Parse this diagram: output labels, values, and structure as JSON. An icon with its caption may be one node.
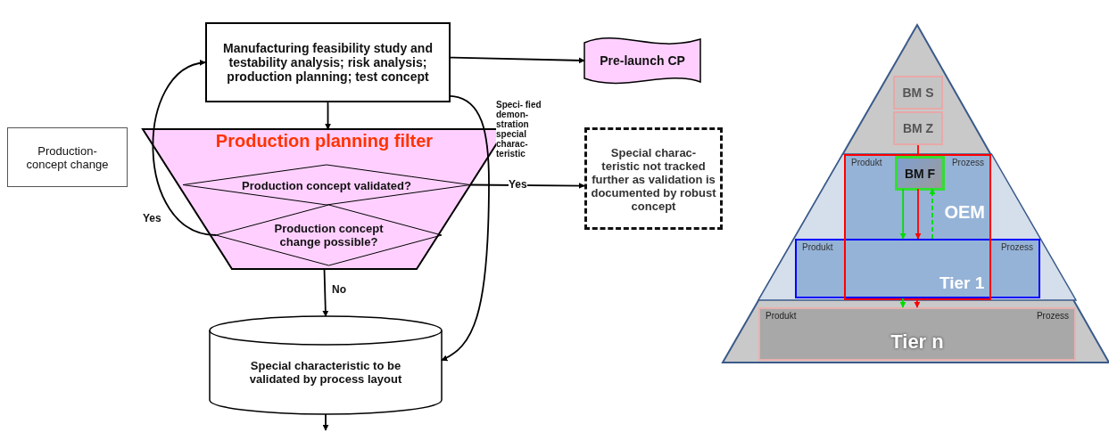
{
  "diagram": {
    "nodes": [
      {
        "text": [
          "Manufacturing feasibility study and testability analysis; risk analysis; production planning; test concept"
        ]
      },
      {
        "text": [
          "Production-concept change"
        ]
      },
      {
        "text": [
          "Production planning filter"
        ]
      },
      {
        "text": [
          "Production concept validated?"
        ],
        "in": 2
      },
      {
        "text": [
          "Production concept change possible?"
        ],
        "in": 2
      },
      {
        "text": [
          "Pre-launch CP"
        ]
      },
      {
        "text": [
          "Special charac- teristic not tracked further as validation is documented by robust concept"
        ]
      },
      {
        "text": [
          "Special characteristic to be validated by process layout"
        ]
      },
      {
        "text": [
          "BM S"
        ]
      },
      {
        "text": [
          "BM Z"
        ]
      },
      {
        "text": [
          "Produkt",
          "Prozess",
          "OEM"
        ]
      },
      {
        "text": [
          "BM F"
        ],
        "in": 10
      },
      {
        "text": [
          "Produkt",
          "Prozess",
          "Tier 1"
        ]
      },
      {
        "text": [
          "Produkt",
          "Prozess",
          "Tier n"
        ]
      }
    ],
    "edges": [
      {
        "from": 0,
        "to": 2,
        "arrow": "to"
      },
      {
        "from": 0,
        "to": 5,
        "arrow": "to"
      },
      {
        "from": 0,
        "to": 7,
        "arrow": "to",
        "label": "Speci- fied demon- stration special charac- teristic"
      },
      {
        "from": 3,
        "to": 6,
        "arrow": "to",
        "label": "Yes"
      },
      {
        "from": 4,
        "to": 0,
        "arrow": "to",
        "label": "Yes"
      },
      {
        "from": 2,
        "to": 7,
        "arrow": "to",
        "label": "No"
      },
      {
        "from": 7,
        "to": null,
        "arrow": "to"
      },
      {
        "from": 9,
        "to": 11,
        "arrow": "none",
        "color": "#ff0000"
      },
      {
        "from": 11,
        "to": 12,
        "arrow": "to",
        "color": "#ff0000"
      },
      {
        "from": 12,
        "to": 13,
        "arrow": "to",
        "color": "#ff0000"
      },
      {
        "from": 11,
        "to": 12,
        "arrow": "to",
        "color": "#00dd00"
      },
      {
        "from": 12,
        "to": 13,
        "arrow": "to",
        "color": "#00dd00"
      },
      {
        "from": 12,
        "to": 11,
        "arrow": "to",
        "style": "dashed",
        "color": "#00dd00"
      }
    ]
  }
}
